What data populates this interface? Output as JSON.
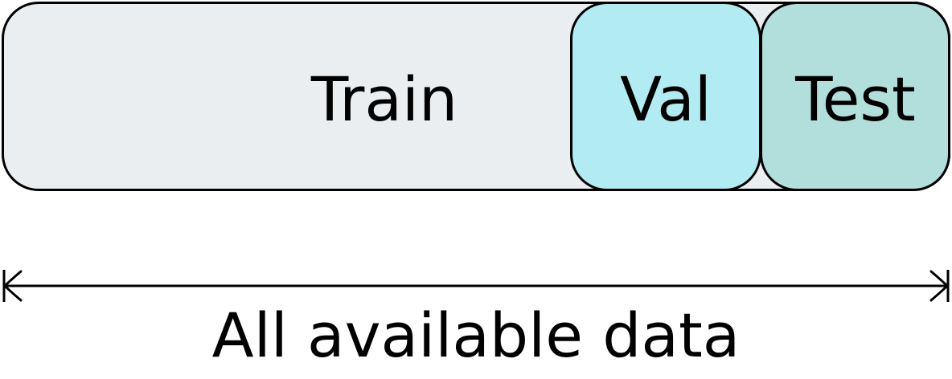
{
  "segments": [
    {
      "label": "Train",
      "fill": "#eaeef1"
    },
    {
      "label": "Val",
      "fill": "#b2ebf2"
    },
    {
      "label": "Test",
      "fill": "#b2dfdb"
    }
  ],
  "span": {
    "label": "All available data"
  },
  "colors": {
    "stroke": "#000000",
    "text": "#000000"
  }
}
